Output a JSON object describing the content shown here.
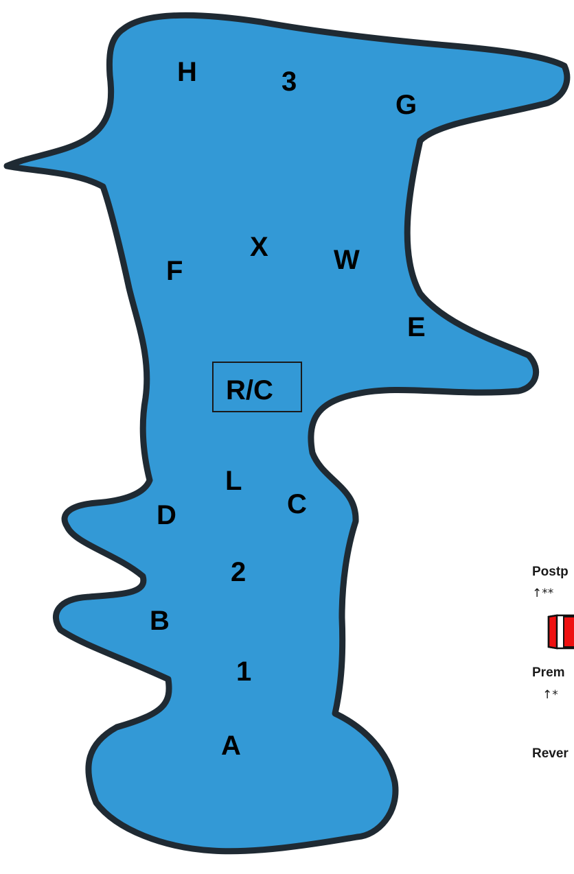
{
  "colors": {
    "fill": "#3399d6",
    "outline": "#1f2a33",
    "swatch_red": "#ee1111",
    "swatch_white": "#ffffff"
  },
  "map": {
    "labels": {
      "H": "H",
      "three": "3",
      "G": "G",
      "X": "X",
      "W": "W",
      "F": "F",
      "E": "E",
      "rc": "R/C",
      "L": "L",
      "C": "C",
      "D": "D",
      "two": "2",
      "B": "B",
      "one": "1",
      "A": "A"
    }
  },
  "side_panel": {
    "postp": "Postp",
    "arrow_1": "↑**",
    "prem": "Prem",
    "arrow_2": "↑*",
    "rever": "Rever"
  }
}
